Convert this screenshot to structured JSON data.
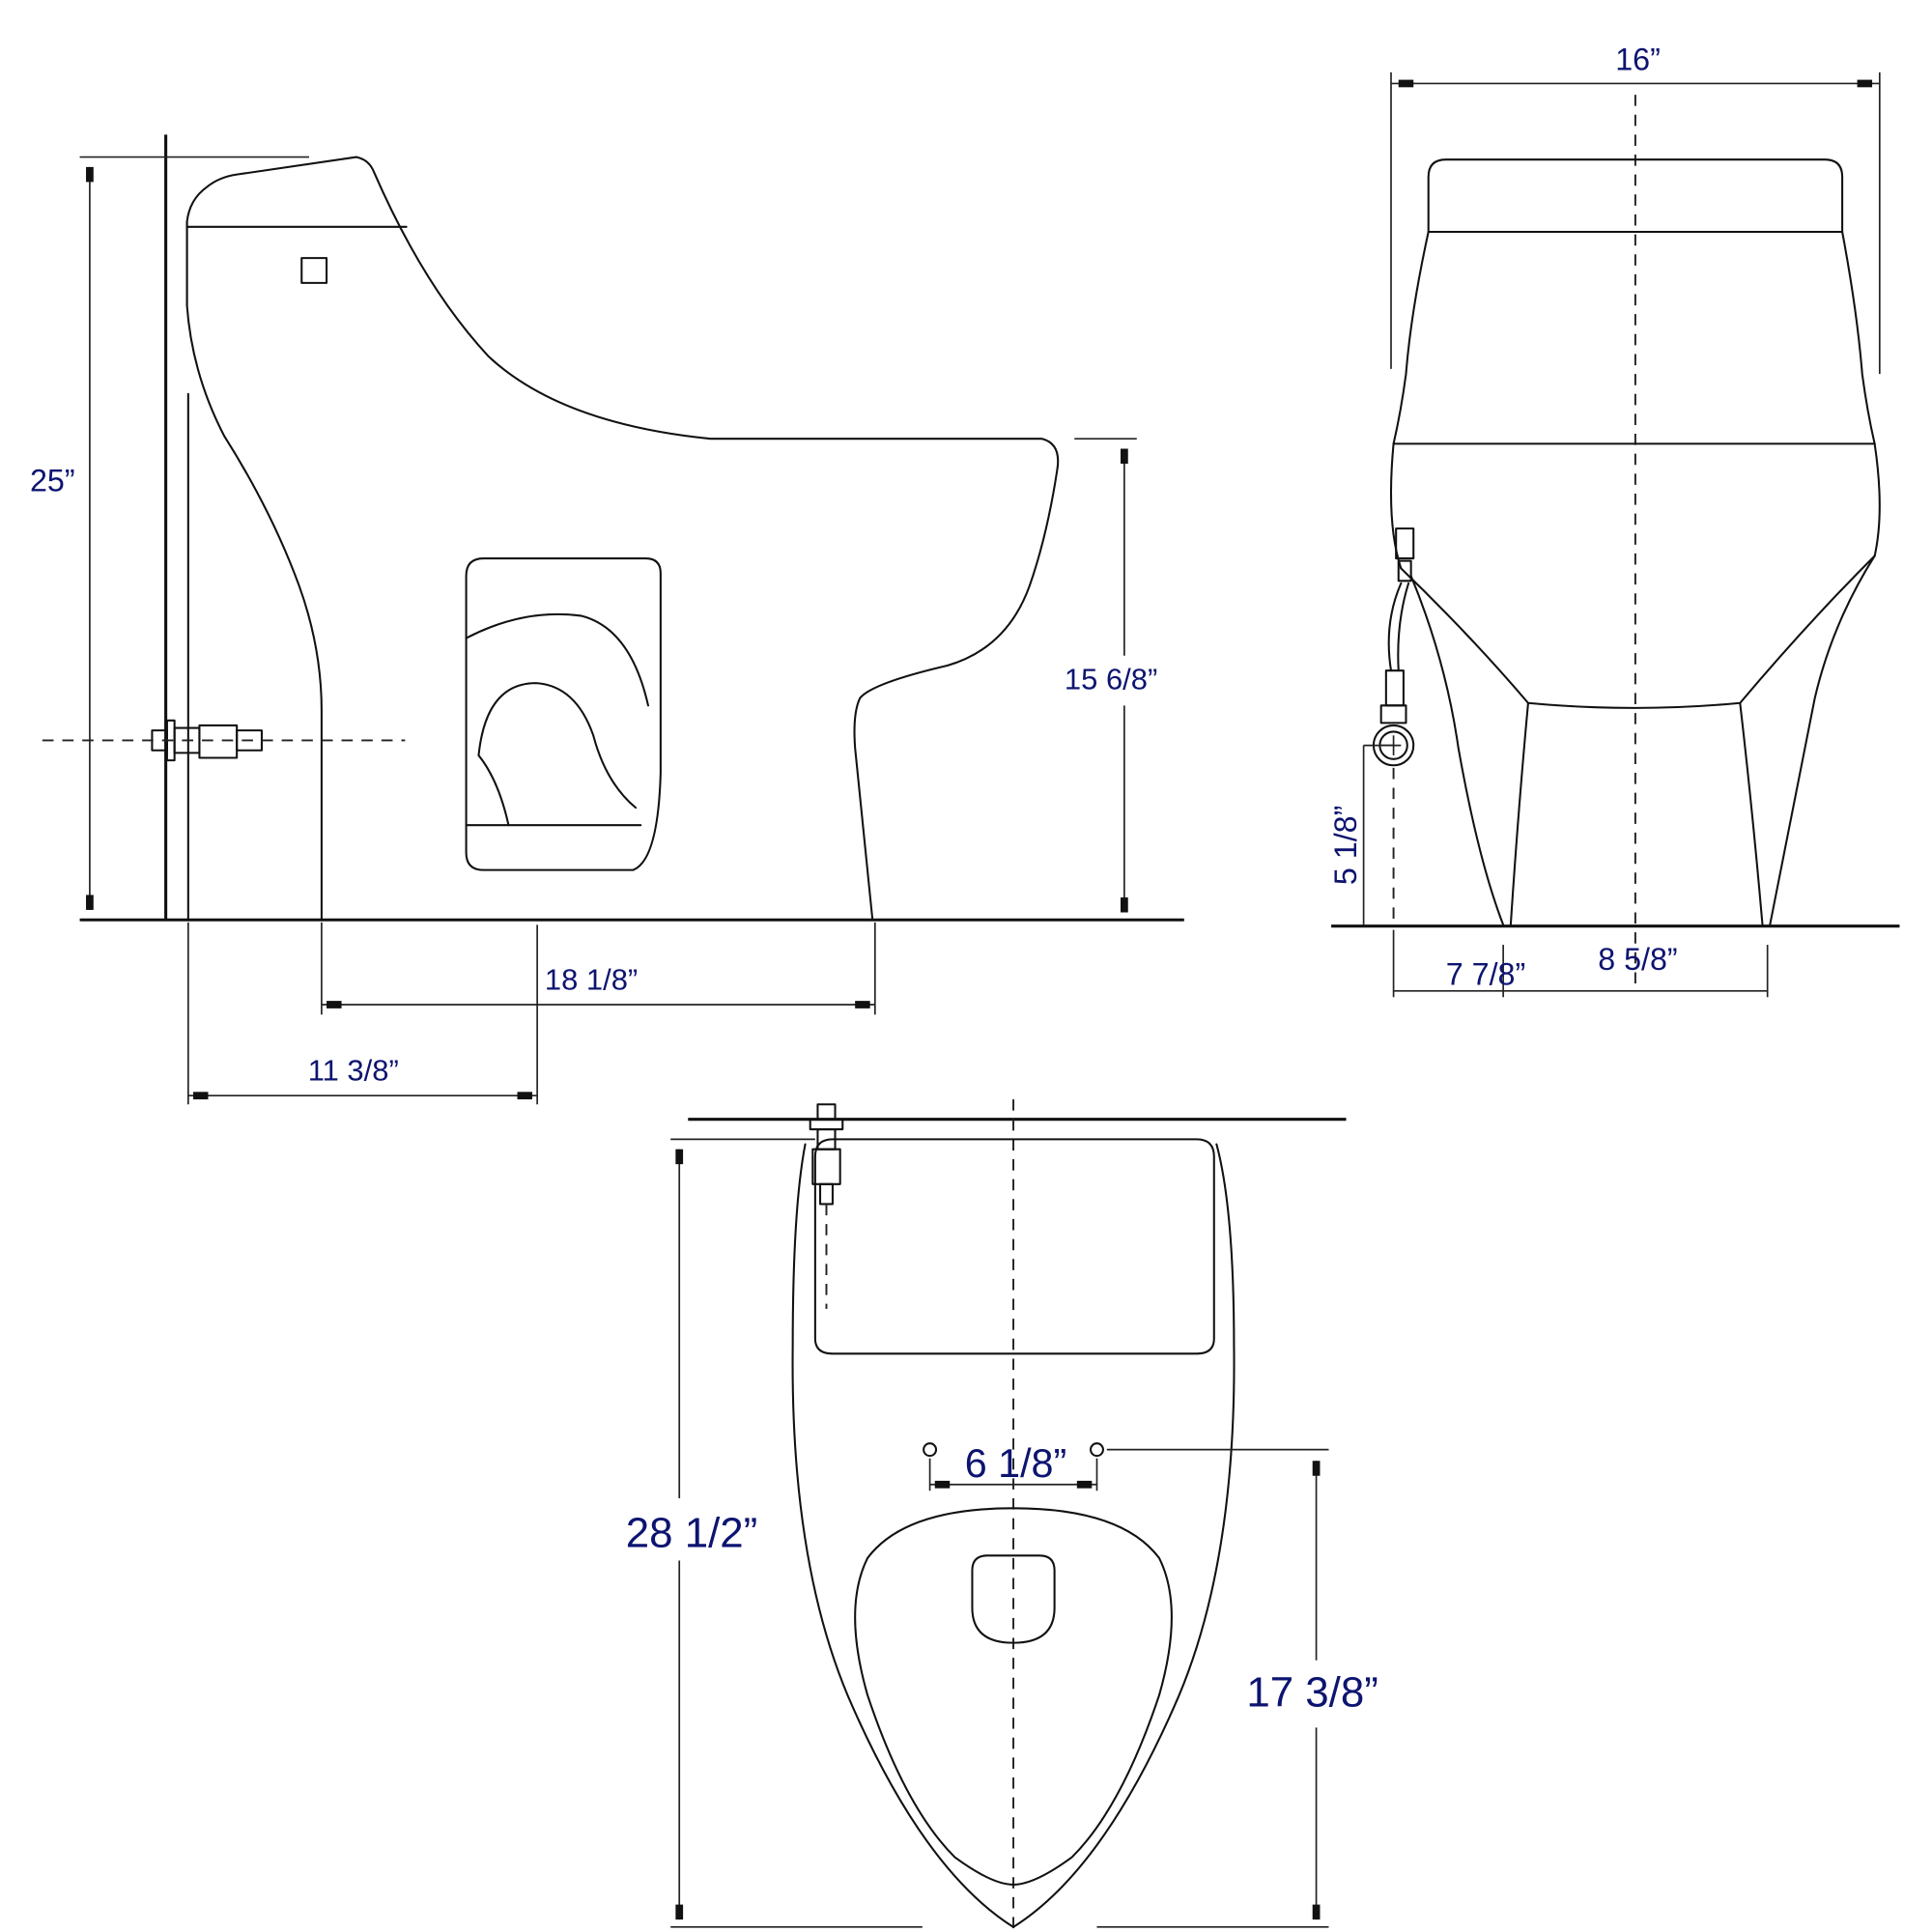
{
  "diagram": {
    "type": "technical-dimension-drawing",
    "subject": "one-piece toilet",
    "label_color": "#0d1470",
    "line_color": "#111111"
  },
  "views": {
    "side": {
      "name": "side elevation",
      "dimensions": {
        "overall_height": "25”",
        "seat_height": "15 6/8”",
        "base_length": "18 1/8”",
        "rough_in": "11 3/8”"
      }
    },
    "front": {
      "name": "front elevation",
      "dimensions": {
        "overall_width": "16”",
        "supply_height": "5 1/8”",
        "supply_offset": "7 7/8”",
        "foot_span": "8 5/8”"
      }
    },
    "top": {
      "name": "top plan",
      "dimensions": {
        "overall_depth": "28 1/2”",
        "seat_bolt_spacing": "6 1/8”",
        "bowl_length": "17 3/8”"
      }
    }
  }
}
